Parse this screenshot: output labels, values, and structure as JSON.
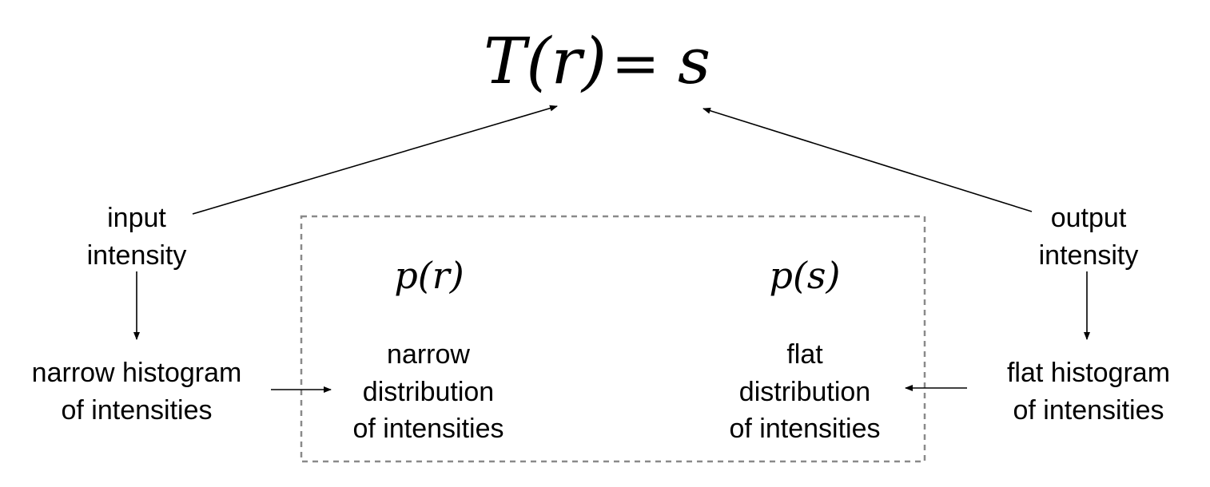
{
  "equation": {
    "lhs": "T(r)",
    "operator": "=",
    "rhs": "s"
  },
  "left": {
    "top_line1": "input",
    "top_line2": "intensity",
    "bottom_line1": "narrow histogram",
    "bottom_line2": "of intensities"
  },
  "right": {
    "top_line1": "output",
    "top_line2": "intensity",
    "bottom_line1": "flat histogram",
    "bottom_line2": "of intensities"
  },
  "box": {
    "left_symbol": "p(r)",
    "left_line1": "narrow",
    "left_line2": "distribution",
    "left_line3": "of intensities",
    "right_symbol": "p(s)",
    "right_line1": "flat",
    "right_line2": "distribution",
    "right_line3": "of intensities"
  },
  "colors": {
    "text": "#000000",
    "box_border": "#8a8a8a",
    "background": "#ffffff"
  }
}
